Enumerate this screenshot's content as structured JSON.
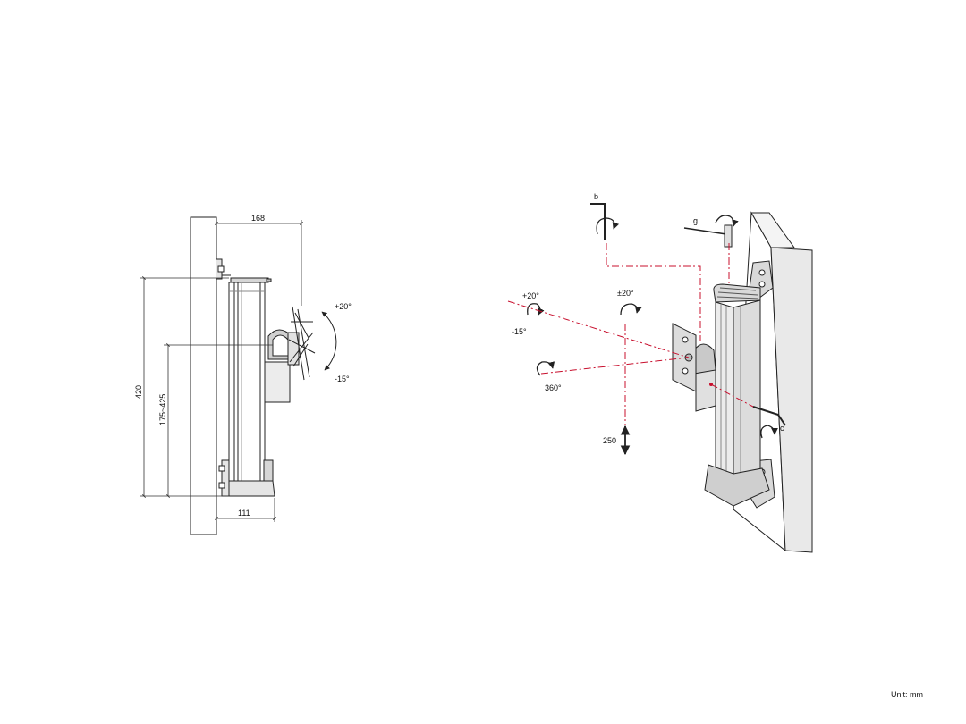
{
  "colors": {
    "line": "#222222",
    "dim": "#333333",
    "axis": "#c8102e",
    "fill_light": "#ececec",
    "fill_mid": "#d6d6d6",
    "fill_dark": "#bdbdbd"
  },
  "side_view": {
    "dim_width_top": "168",
    "dim_width_bottom": "111",
    "dim_height_total": "420",
    "dim_height_range": "175~425",
    "tilt_up": "+20°",
    "tilt_down": "-15°"
  },
  "perspective_view": {
    "tool_b": "b",
    "tool_g": "g",
    "tool_c": "c",
    "tilt_up": "+20°",
    "tilt_down": "-15°",
    "swivel": "±20°",
    "rotation": "360°",
    "height_adjust": "250"
  },
  "unit_note": "Unit: mm"
}
